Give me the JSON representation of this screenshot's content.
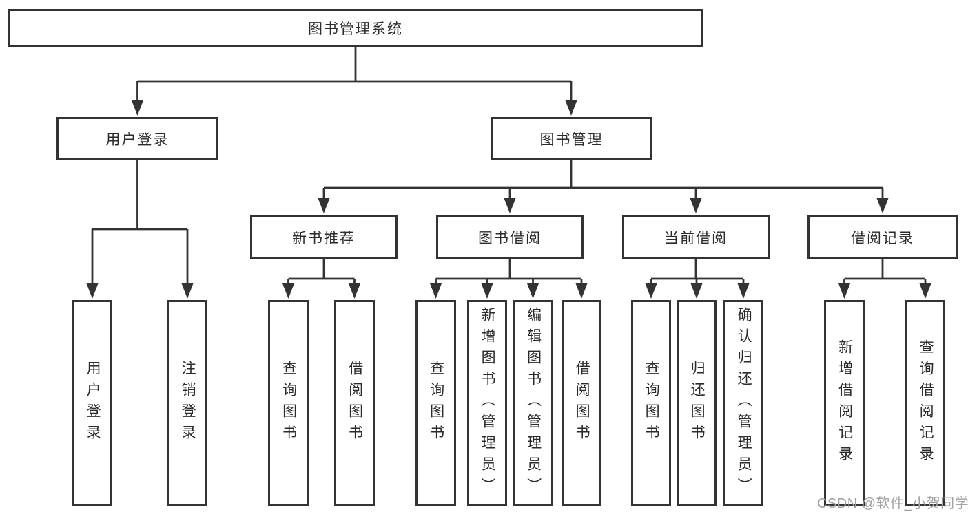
{
  "nodes": {
    "root": "图书管理系统",
    "level2": [
      "用户登录",
      "图书管理"
    ],
    "level3": [
      "新书推荐",
      "图书借阅",
      "当前借阅",
      "借阅记录"
    ],
    "level4": {
      "user_login": [
        "用户登录",
        "注销登录"
      ],
      "new_book": [
        "查询图书",
        "借阅图书"
      ],
      "book_borrow": [
        "查询图书",
        "新增图书（管理员）",
        "编辑图书（管理员）",
        "借阅图书"
      ],
      "current_borrow": [
        "查询图书",
        "归还图书",
        "确认归还（管理员）"
      ],
      "borrow_records": [
        "新增借阅记录",
        "查询借阅记录"
      ]
    }
  },
  "watermark": {
    "text": "CSDN @软件_小贺同学"
  },
  "colors": {
    "line": "#333333",
    "box_border": "#333333",
    "text": "#2b2b2b",
    "background": "#ffffff",
    "watermark": "#a2a2a2"
  }
}
